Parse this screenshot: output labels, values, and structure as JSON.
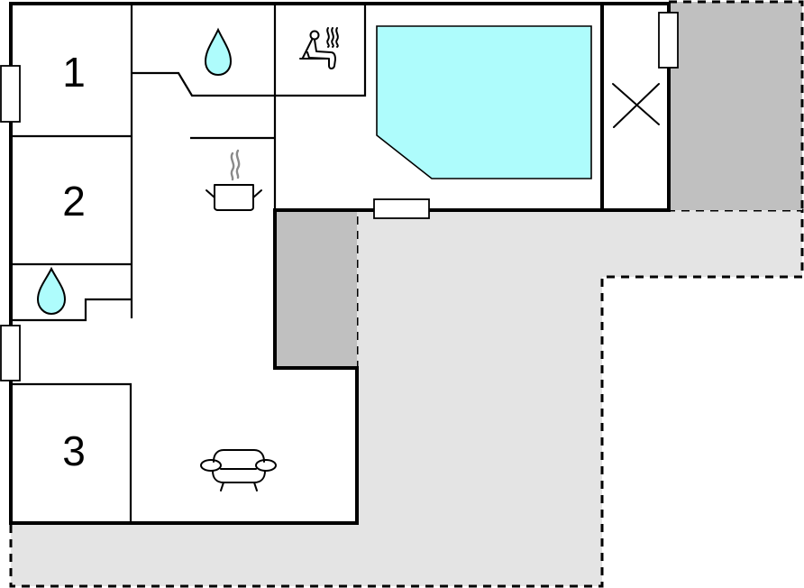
{
  "diagram": {
    "type": "floor-plan",
    "colors": {
      "wall": "#000000",
      "background": "#ffffff",
      "terrace_light": "#e4e4e4",
      "covered_dark": "#c0c0c0",
      "water": "#aefcfc"
    },
    "rooms": [
      {
        "id": "bedroom-1",
        "label": "1"
      },
      {
        "id": "bedroom-2",
        "label": "2"
      },
      {
        "id": "bedroom-3",
        "label": "3"
      }
    ],
    "icons": [
      {
        "name": "bathroom-water-drop",
        "room": "bathroom-top"
      },
      {
        "name": "bathroom-water-drop",
        "room": "bathroom-small"
      },
      {
        "name": "sauna",
        "room": "sauna"
      },
      {
        "name": "kitchen-pot",
        "room": "kitchen"
      },
      {
        "name": "living-sofa",
        "room": "living-room"
      },
      {
        "name": "pool",
        "room": "pool-hall"
      },
      {
        "name": "void-cross",
        "room": "storage"
      }
    ],
    "areas": [
      {
        "id": "covered-terrace-top-right",
        "shade": "dark"
      },
      {
        "id": "covered-terrace-middle",
        "shade": "dark"
      },
      {
        "id": "open-terrace",
        "shade": "light",
        "border": "dashed"
      }
    ]
  }
}
